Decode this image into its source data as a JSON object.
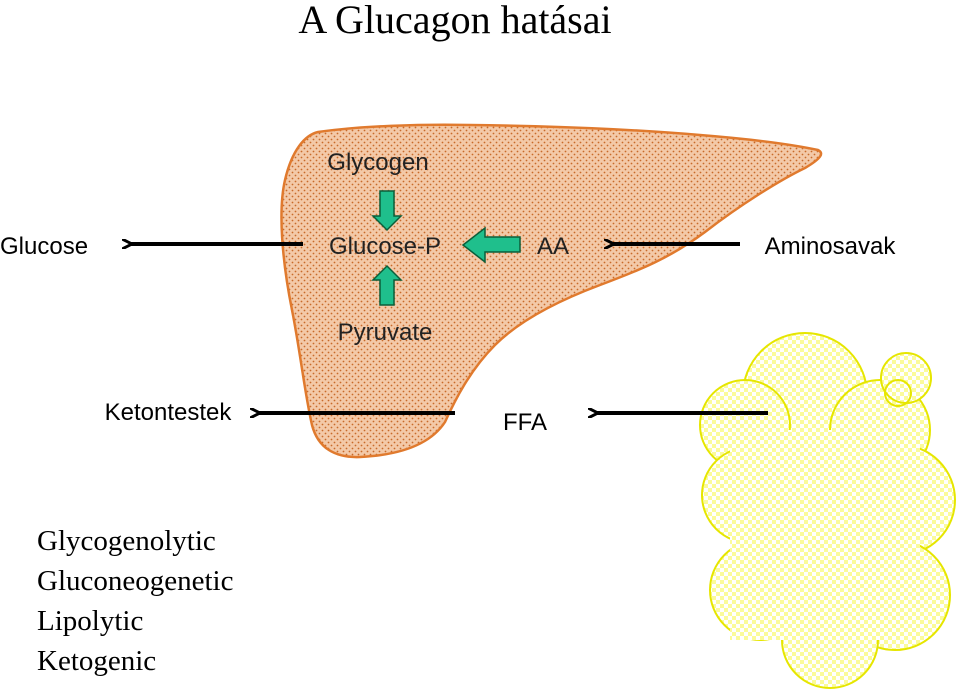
{
  "title": "A Glucagon hatásai",
  "liver": {
    "glycogen": "Glycogen",
    "glucose_p": "Glucose-P",
    "aa": "AA",
    "pyruvate": "Pyruvate"
  },
  "outside": {
    "glucose": "Glucose",
    "aminosavak": "Aminosavak",
    "ketontestek": "Ketontestek",
    "ffa": "FFA"
  },
  "effects": [
    "Glycogenolytic",
    "Gluconeogenetic",
    "Lipolytic",
    "Ketogenic"
  ],
  "colors": {
    "liver_fill": "#f3c9a8",
    "liver_outline": "#e07a2e",
    "liver_dots": "#c86a2a",
    "fat_fill": "#fbfb9a",
    "fat_outline": "#e6e600",
    "fat_checks": "#ffffff",
    "green_arrow": "#1fbf8c",
    "green_arrow_outline": "#0b5e3a"
  }
}
